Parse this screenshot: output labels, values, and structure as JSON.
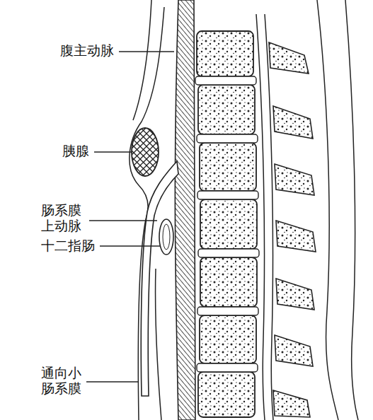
{
  "diagram": {
    "labels": [
      "腹主动脉",
      "胰腺",
      "肠系膜 上动脉",
      "十二指肠",
      "通向小 肠系膜"
    ]
  }
}
